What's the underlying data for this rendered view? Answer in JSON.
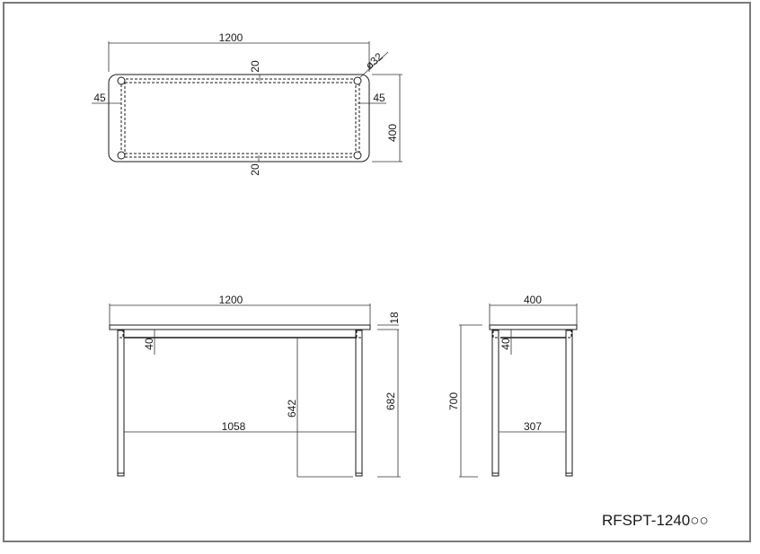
{
  "drawing": {
    "model_number": "RFSPT-1240○○",
    "top_view": {
      "name": "plan-view",
      "width_label": "1200",
      "depth_label": "400",
      "frame_offset_top": "20",
      "frame_offset_bottom": "20",
      "leg_inset_left": "45",
      "leg_inset_right": "45",
      "leg_diameter": "ø32"
    },
    "front_view": {
      "name": "front-elevation",
      "width_label": "1200",
      "top_thickness": "18",
      "apron_height": "40",
      "leg_height": "682",
      "knee_clearance": "642",
      "inner_leg_span": "1058"
    },
    "side_view": {
      "name": "side-elevation",
      "depth_label": "400",
      "total_height": "700",
      "apron_height": "40",
      "inner_leg_span": "307"
    },
    "colors": {
      "line": "#1a1a1a",
      "frame": "#7a7a7a",
      "background": "#ffffff"
    }
  }
}
